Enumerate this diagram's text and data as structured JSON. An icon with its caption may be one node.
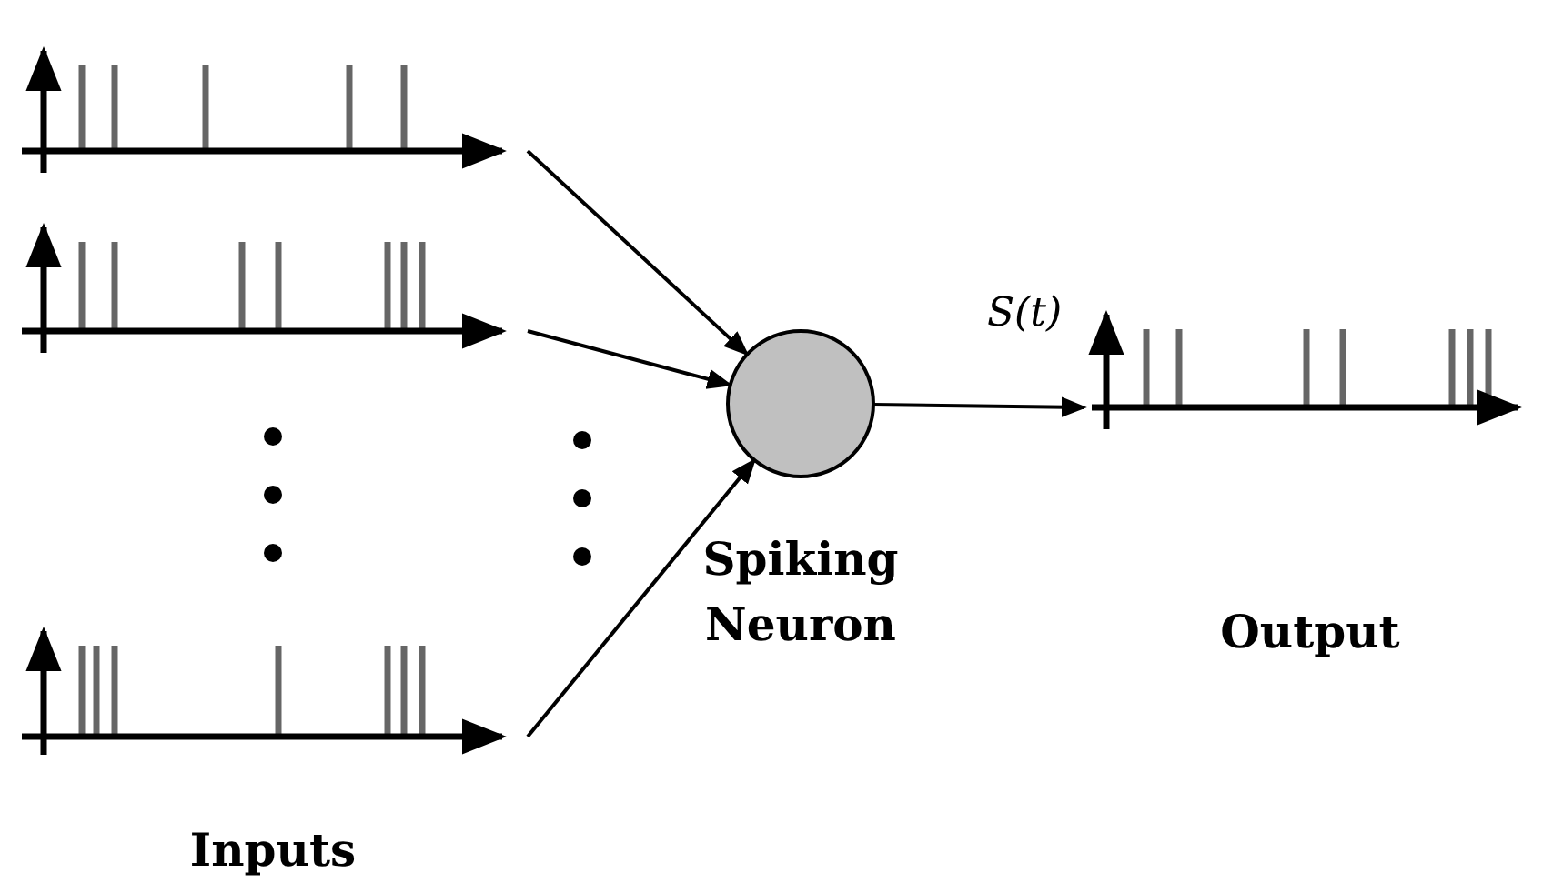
{
  "diagram": {
    "nodes": [
      {
        "text": [],
        "shape": "picture"
      },
      {
        "text": [],
        "shape": "picture"
      },
      {
        "text": [],
        "shape": "picture"
      },
      {
        "text": [
          "Spiking Neuron"
        ]
      },
      {
        "text": [],
        "shape": "picture",
        "beside": [
          "S(t)",
          "Output"
        ]
      }
    ],
    "edges": [
      {
        "from": 0,
        "to": 3,
        "arrow": "to"
      },
      {
        "from": 1,
        "to": 3,
        "arrow": "to"
      },
      {
        "from": 2,
        "to": 3,
        "arrow": "to"
      },
      {
        "from": 3,
        "to": 4,
        "arrow": "to"
      }
    ],
    "labels": [
      "Inputs"
    ]
  }
}
